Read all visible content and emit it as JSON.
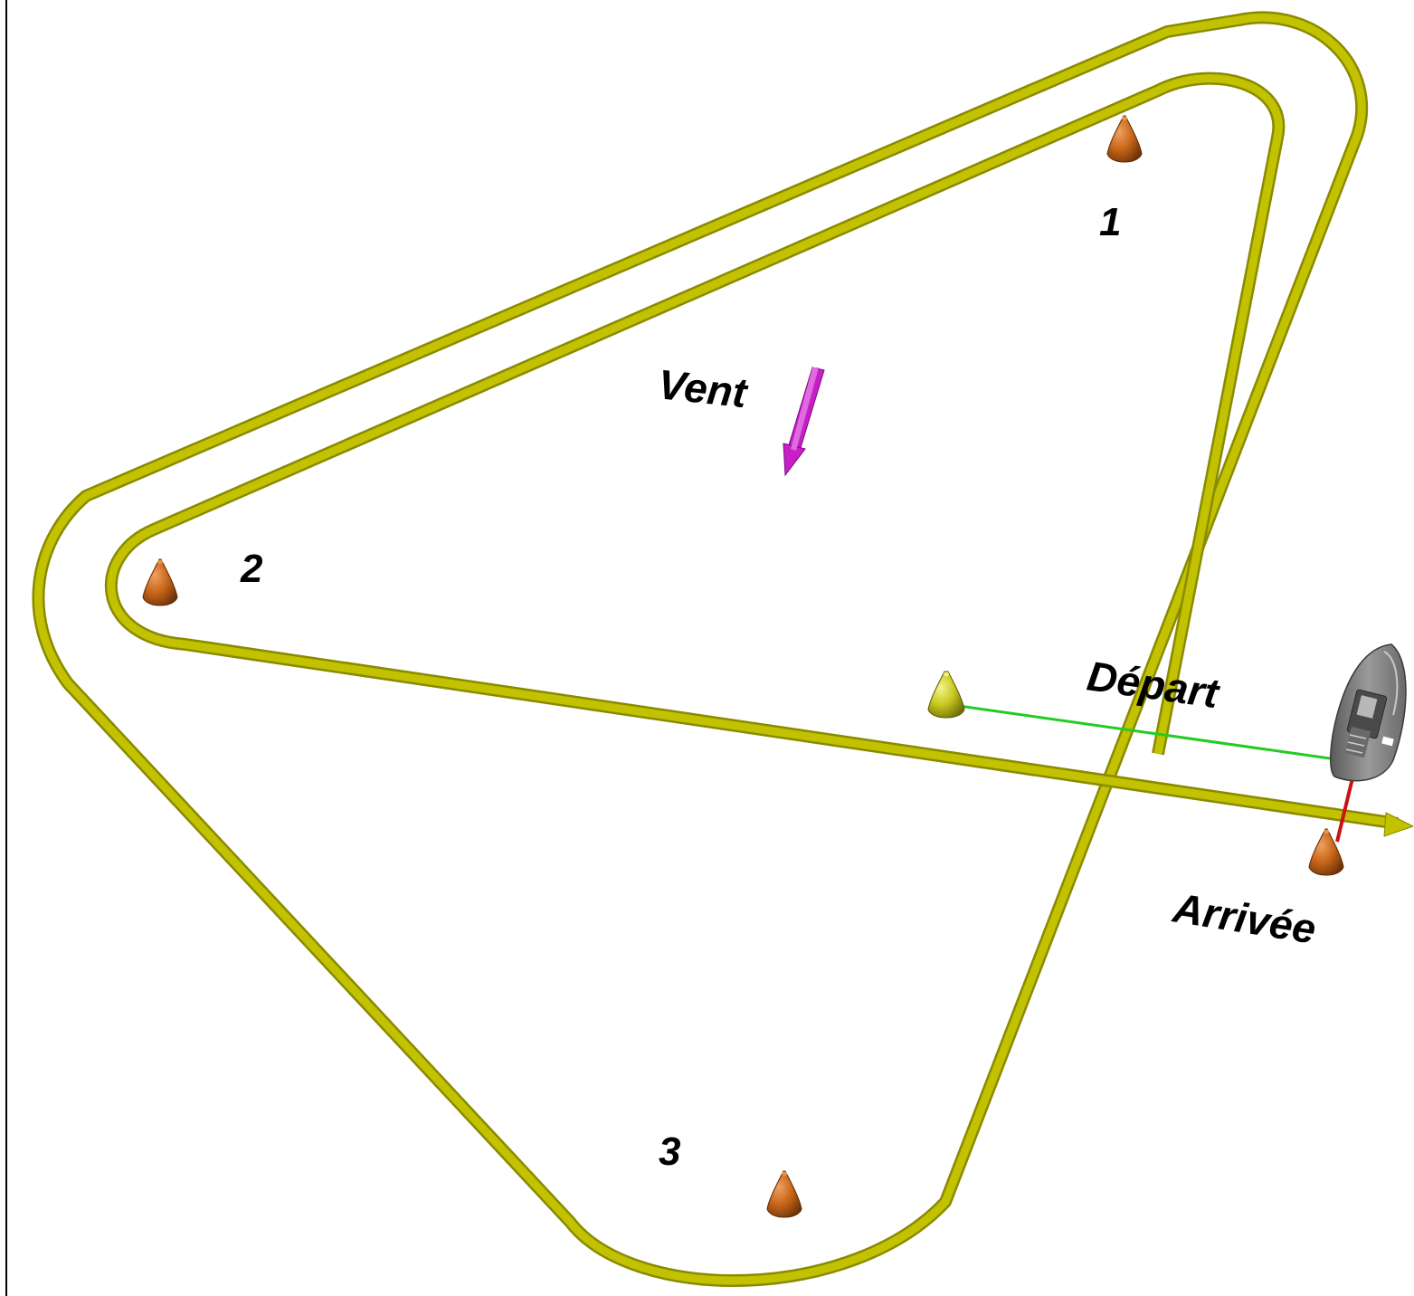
{
  "labels": {
    "mark1": "1",
    "mark2": "2",
    "mark3": "3",
    "wind": "Vent",
    "start": "Départ",
    "finish": "Arrivée"
  },
  "colors": {
    "course_track": "#c2c200",
    "course_track_shadow": "#8a8a00",
    "mark_buoy": "#c8671a",
    "start_buoy": "#c8c820",
    "wind_arrow": "#c81ec8",
    "start_line": "#22cc22",
    "finish_line": "#cc1111",
    "committee_boat": "#7a7a7a"
  },
  "icons": {
    "marks": "cone-buoy-icon",
    "start_mark": "cone-buoy-icon",
    "wind": "arrow-icon",
    "committee_boat": "boat-icon"
  }
}
